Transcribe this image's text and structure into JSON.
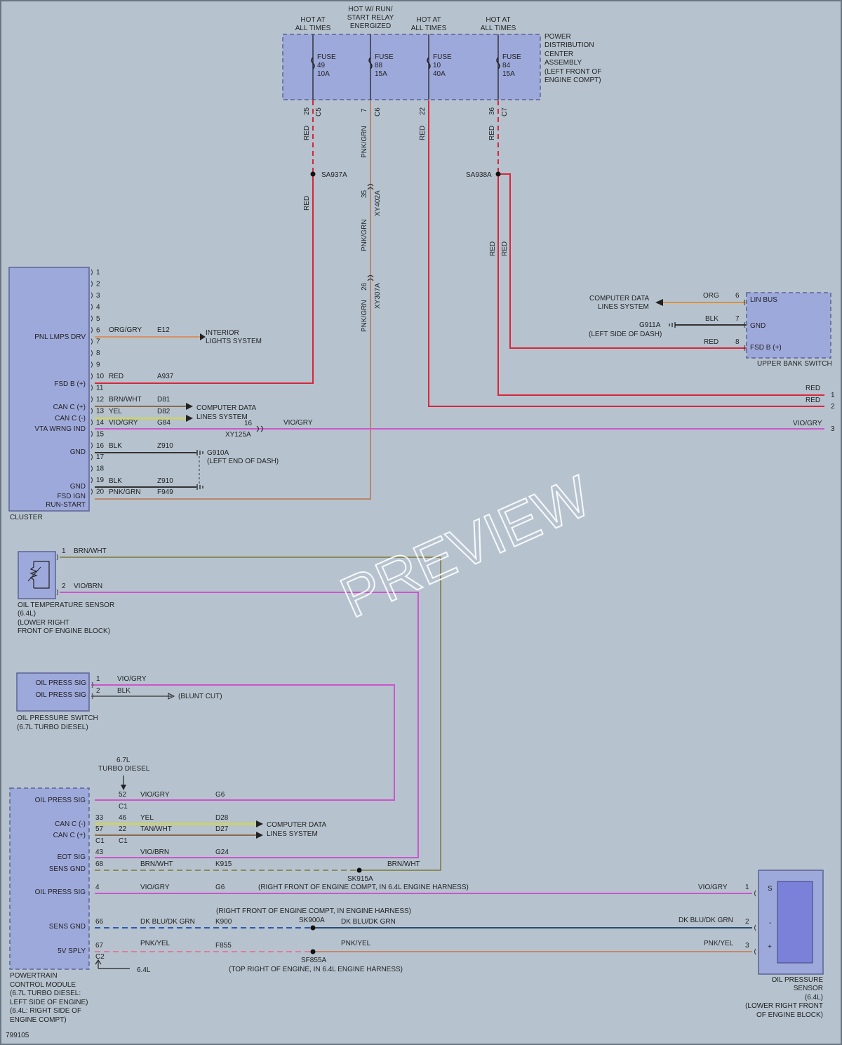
{
  "figure_id": "799105",
  "watermark": "PREVIEW",
  "pdc": {
    "label": [
      "POWER",
      "DISTRIBUTION",
      "CENTER",
      "ASSEMBLY",
      "(LEFT FRONT OF",
      "ENGINE COMPT)"
    ],
    "hot_labels": [
      [
        "HOT AT",
        "ALL TIMES"
      ],
      [
        "HOT W/ RUN/",
        "START RELAY",
        "ENERGIZED"
      ],
      [
        "HOT AT",
        "ALL TIMES"
      ],
      [
        "HOT AT",
        "ALL TIMES"
      ]
    ],
    "fuses": [
      {
        "label": "FUSE",
        "num": "49",
        "amp": "10A",
        "pin": "25",
        "conn": "C5",
        "wire": "RED"
      },
      {
        "label": "FUSE",
        "num": "88",
        "amp": "15A",
        "pin": "7",
        "conn": "C6",
        "wire": "PNK/GRN"
      },
      {
        "label": "FUSE",
        "num": "10",
        "amp": "40A",
        "pin": "22",
        "conn": "",
        "wire": "RED"
      },
      {
        "label": "FUSE",
        "num": "84",
        "amp": "15A",
        "pin": "36",
        "conn": "C7",
        "wire": "RED"
      }
    ]
  },
  "splices": {
    "sa937a": "SA937A",
    "sa938a": "SA938A",
    "sk915a": "SK915A",
    "sk915a_note": "(RIGHT FRONT OF ENGINE COMPT, IN 6.4L ENGINE HARNESS)",
    "sk900a": "SK900A",
    "sk900a_note": "(RIGHT FRONT OF ENGINE COMPT, IN ENGINE HARNESS)",
    "sf855a": "SF855A",
    "sf855a_note": "(TOP RIGHT OF ENGINE, IN 6.4L ENGINE HARNESS)"
  },
  "inline_connectors": {
    "xy402a": {
      "pin": "35",
      "name": "XY402A",
      "wire": "PNK/GRN"
    },
    "xy307a": {
      "pin": "26",
      "name": "XY307A",
      "wire": "PNK/GRN"
    },
    "xy125a": {
      "pin": "16",
      "name": "XY125A"
    }
  },
  "misc_wires": {
    "red_left": "RED",
    "red_right1": "RED",
    "red_right2": "RED"
  },
  "cluster": {
    "label": "CLUSTER",
    "pins": [
      "1",
      "2",
      "3",
      "4",
      "5",
      "6",
      "7",
      "8",
      "9",
      "10",
      "11",
      "12",
      "13",
      "14",
      "15",
      "16",
      "17",
      "18",
      "19",
      "20"
    ],
    "pin_labels": {
      "pnl": "PNL LMPS DRV",
      "fsd": "FSD B (+)",
      "canp": "CAN C (+)",
      "canm": "CAN C (-)",
      "vta": "VTA WRNG IND",
      "gnd1": "GND",
      "gnd2": "GND",
      "ign1": "FSD IGN",
      "ign2": "RUN-START"
    },
    "wires": {
      "w6": {
        "color": "ORG/GRY",
        "circuit": "E12"
      },
      "w10": {
        "color": "RED",
        "circuit": "A937"
      },
      "w12": {
        "color": "BRN/WHT",
        "circuit": "D81"
      },
      "w13": {
        "color": "YEL",
        "circuit": "D82"
      },
      "w14": {
        "color": "VIO/GRY",
        "circuit": "G84"
      },
      "w16": {
        "color": "BLK",
        "circuit": "Z910"
      },
      "w19": {
        "color": "BLK",
        "circuit": "Z910"
      },
      "w20": {
        "color": "PNK/GRN",
        "circuit": "F949"
      }
    },
    "interior": [
      "INTERIOR",
      "LIGHTS SYSTEM"
    ],
    "cdl": [
      "COMPUTER DATA",
      "LINES SYSTEM"
    ],
    "vta_wire": "VIO/GRY",
    "g910a": "G910A",
    "g910a_loc": "(LEFT END OF DASH)"
  },
  "upper_bank": {
    "label": "UPPER BANK SWITCH",
    "pins": [
      {
        "num": "6",
        "name": "LIN BUS",
        "wire": "ORG"
      },
      {
        "num": "7",
        "name": "GND",
        "wire": "BLK"
      },
      {
        "num": "8",
        "name": "FSD B (+)",
        "wire": "RED"
      }
    ],
    "cdl": [
      "COMPUTER DATA",
      "LINES SYSTEM"
    ],
    "g911a": "G911A",
    "g911a_loc": "(LEFT SIDE OF DASH)"
  },
  "right_refs": [
    {
      "num": "1",
      "wire": "RED"
    },
    {
      "num": "2",
      "wire": "RED"
    },
    {
      "num": "3",
      "wire": "VIO/GRY"
    }
  ],
  "oil_temp": {
    "label": [
      "OIL TEMPERATURE SENSOR",
      "(6.4L)",
      "(LOWER RIGHT",
      "FRONT OF ENGINE BLOCK)"
    ],
    "pin1": "1",
    "wire1": "BRN/WHT",
    "pin2": "2",
    "wire2": "VIO/BRN"
  },
  "oil_switch": {
    "label": [
      "OIL PRESSURE SWITCH",
      "(6.7L TURBO DIESEL)"
    ],
    "pin_label1": "OIL PRESS SIG",
    "pin_label2": "OIL PRESS SIG",
    "pin1": "1",
    "wire1": "VIO/GRY",
    "pin2": "2",
    "wire2": "BLK",
    "blunt": "(BLUNT CUT)"
  },
  "pcm": {
    "label": [
      "POWERTRAIN",
      "CONTROL MODULE",
      "(6.7L TURBO DIESEL:",
      "LEFT SIDE OF ENGINE)",
      "(6.4L: RIGHT SIDE OF",
      "ENGINE COMPT)"
    ],
    "turbo_note": [
      "6.7L",
      "TURBO DIESEL"
    ],
    "note_64": "6.4L",
    "pin_labels": {
      "ops1": "OIL PRESS SIG",
      "canm": "CAN C (-)",
      "canp": "CAN C (+)",
      "eot": "EOT SIG",
      "sg1": "SENS GND",
      "ops2": "OIL PRESS SIG",
      "sg2": "SENS GND",
      "v5": "5V SPLY"
    },
    "pins": {
      "p52": "52",
      "c1a": "C1",
      "p33": "33",
      "p46": "46",
      "p57": "57",
      "p22": "22",
      "c1b": "C1",
      "c1c": "C1",
      "p43": "43",
      "p68": "68",
      "p4": "4",
      "p66": "66",
      "p67": "67",
      "c2": "C2"
    },
    "wires": {
      "w52": {
        "color": "VIO/GRY",
        "circuit": "G6"
      },
      "w46": {
        "color": "YEL",
        "circuit": "D28"
      },
      "w22": {
        "color": "TAN/WHT",
        "circuit": "D27"
      },
      "w43": {
        "color": "VIO/BRN",
        "circuit": "G24"
      },
      "w68": {
        "color": "BRN/WHT",
        "circuit": "K915"
      },
      "w68b": "BRN/WHT",
      "w4": {
        "color": "VIO/GRY",
        "circuit": "G6"
      },
      "w66": {
        "color": "DK BLU/DK GRN",
        "circuit": "K900"
      },
      "w67": {
        "color": "PNK/YEL",
        "circuit": "F855"
      }
    },
    "cdl": [
      "COMPUTER DATA",
      "LINES SYSTEM"
    ]
  },
  "oil_sensor": {
    "label": [
      "OIL PRESSURE",
      "SENSOR",
      "(6.4L)",
      "(LOWER RIGHT FRONT",
      "OF ENGINE BLOCK)"
    ],
    "pins": [
      {
        "num": "1",
        "sym": "S",
        "wire": "VIO/GRY"
      },
      {
        "num": "2",
        "sym": "-",
        "wire": "DK BLU/DK GRN"
      },
      {
        "num": "3",
        "sym": "+",
        "wire": "PNK/YEL"
      }
    ],
    "mid2": "DK BLU/DK GRN",
    "mid3": "PNK/YEL"
  }
}
